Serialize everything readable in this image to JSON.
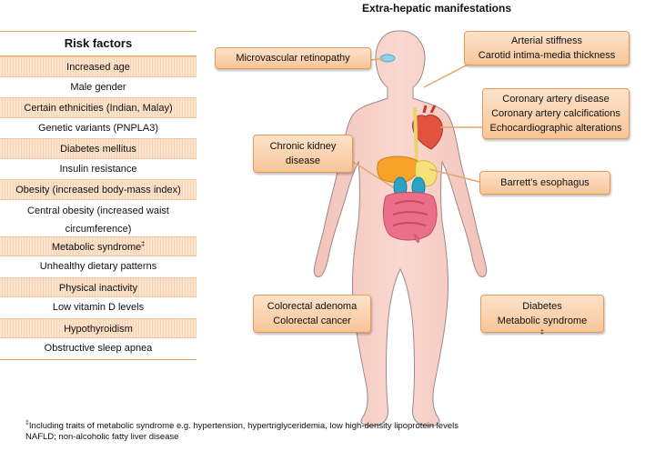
{
  "title": "Extra-hepatic manifestations",
  "risk_factors": {
    "header": "Risk factors",
    "items": [
      {
        "text": "Increased age",
        "sup": ""
      },
      {
        "text": "Male gender",
        "sup": ""
      },
      {
        "text": "Certain ethnicities (Indian, Malay)",
        "sup": ""
      },
      {
        "text": "Genetic variants (PNPLA3)",
        "sup": ""
      },
      {
        "text": "Diabetes mellitus",
        "sup": ""
      },
      {
        "text": "Insulin resistance",
        "sup": ""
      },
      {
        "text": "Obesity (increased body-mass index)",
        "sup": ""
      },
      {
        "text": "Central obesity (increased waist",
        "text2": "circumference)",
        "sup": ""
      },
      {
        "text": "Metabolic syndrome",
        "sup": "‡"
      },
      {
        "text": "Unhealthy dietary patterns",
        "sup": ""
      },
      {
        "text": "Physical inactivity",
        "sup": ""
      },
      {
        "text": "Low vitamin D levels",
        "sup": ""
      },
      {
        "text": "Hypothyroidism",
        "sup": ""
      },
      {
        "text": "Obstructive sleep apnea",
        "sup": ""
      }
    ]
  },
  "manifestations": {
    "retinopathy": "Microvascular retinopathy",
    "arterial_1": "Arterial stiffness",
    "arterial_2": "Carotid intima-media thickness",
    "cardiac_1": "Coronary artery disease",
    "cardiac_2": "Coronary artery calcifications",
    "cardiac_3": "Echocardiographic alterations",
    "kidney_1": "Chronic kidney",
    "kidney_2": "disease",
    "barrett": "Barrett’s esophagus",
    "colorectal_1": "Colorectal adenoma",
    "colorectal_2": "Colorectal cancer",
    "diabetes_1": "Diabetes",
    "diabetes_2": "Metabolic syndrome",
    "diabetes_2_sup": "‡"
  },
  "footnote": {
    "line1_sup": "‡",
    "line1": "Including traits of metabolic syndrome e.g. hypertension, hypertriglyceridemia, low high-density lipoprotein levels",
    "line2": "NAFLD; non-alcoholic fatty liver disease"
  },
  "colors": {
    "body_fill": "#f7cfc6",
    "body_stroke": "#9b8a86",
    "callout_border": "#e59a5a",
    "heart": "#e2533f",
    "liver": "#f6a22b",
    "kidney": "#2ba3c4",
    "intestine": "#ec6f8a"
  }
}
